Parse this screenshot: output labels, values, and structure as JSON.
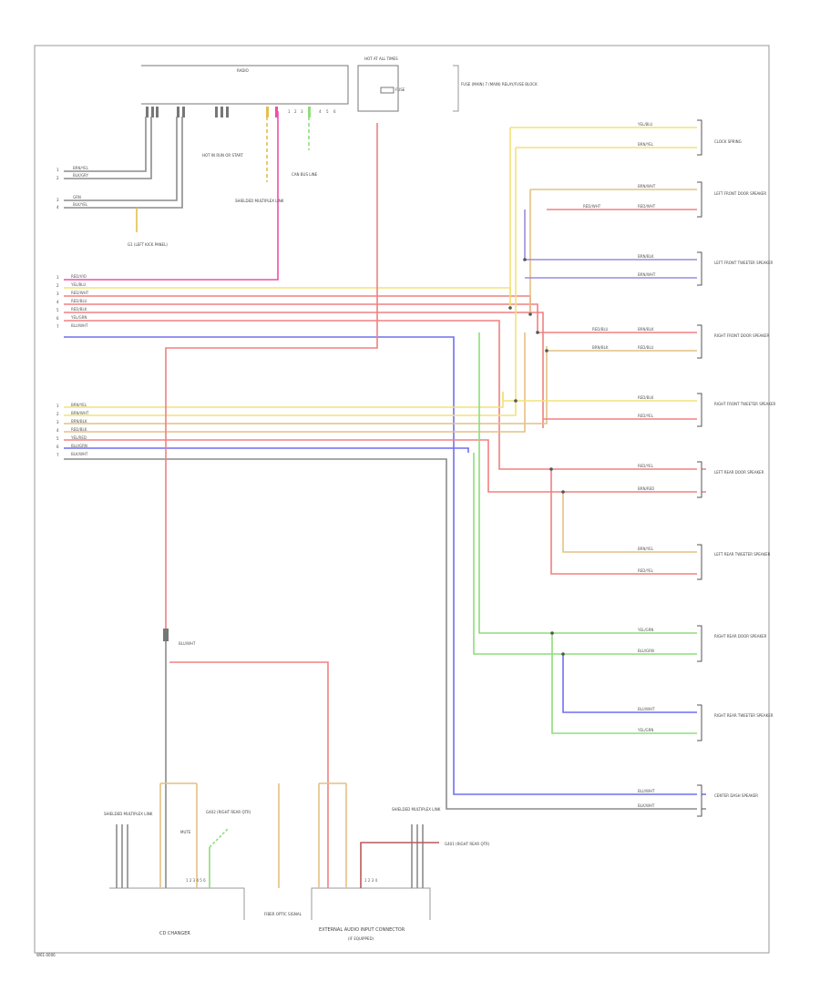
{
  "colors": {
    "yellow": "#f2e27a",
    "pink": "#ee4fa8",
    "red": "#f08080",
    "orange_tan": "#e2c283",
    "blue": "#6f6ff0",
    "violet": "#9d8cd8",
    "green": "#8ede7a",
    "gray": "#8c8c8c",
    "frame": "#9a9a9a"
  },
  "footer_code": "W61-0006",
  "left_group_a": {
    "pins": [
      "1",
      "2",
      "3",
      "4",
      "5",
      "6",
      "7"
    ],
    "wires": [
      "RED/VIO",
      "YEL/BLU",
      "RED/WHT",
      "RED/BLU",
      "RED/BLK",
      "YEL/GRN",
      "BLU/WHT"
    ]
  },
  "left_group_b": {
    "pins": [
      "1",
      "2",
      "3",
      "4",
      "5",
      "6",
      "7"
    ],
    "wires": [
      "BRN/YEL",
      "BRN/WHT",
      "BRN/BLK",
      "RED/BLK",
      "YEL/RED",
      "BLU/GRN",
      "BLK/WHT"
    ]
  },
  "top": {
    "radio_label": "RADIO",
    "fuse_box_label": "HOT AT ALL TIMES",
    "fuse_label": "FUSE",
    "fuse_note": "FUSE (MAIN) 7 (MAIN) RELAY/FUSE BLOCK",
    "left_wires": [
      "BRN/YEL",
      "BLK/GRY",
      "GRN",
      "BLK/YEL"
    ],
    "ground_label": "G1 (LEFT KICK PANEL)",
    "data_link_label": "SHIELDED MULTIPLEX LINK",
    "can_label": "CAN BUS LINE",
    "can_code": "HOT IN RUN OR START"
  },
  "speakers": [
    {
      "name": "CLOCK SPRING",
      "wires": [
        "YEL/BLU",
        "BRN/YEL"
      ]
    },
    {
      "name": "LEFT FRONT DOOR SPEAKER",
      "wires": [
        "BRN/WHT",
        "RED/WHT"
      ]
    },
    {
      "name": "LEFT FRONT TWEETER SPEAKER",
      "wires": [
        "BRN/BLK",
        "BRN/WHT"
      ]
    },
    {
      "name": "RIGHT FRONT DOOR SPEAKER",
      "wires": [
        "RED/BLU",
        "BRN/BLK"
      ]
    },
    {
      "name": "RIGHT FRONT TWEETER SPEAKER",
      "wires": [
        "RED/BLK",
        "RED/YEL"
      ]
    },
    {
      "name": "LEFT REAR DOOR SPEAKER",
      "wires": [
        "RED/YEL",
        "BRN/RED"
      ]
    },
    {
      "name": "LEFT REAR TWEETER SPEAKER",
      "wires": [
        "BRN/YEL",
        "RED/YEL"
      ]
    },
    {
      "name": "RIGHT REAR DOOR SPEAKER",
      "wires": [
        "YEL/GRN",
        "BLU/GRN"
      ]
    },
    {
      "name": "RIGHT REAR TWEETER SPEAKER",
      "wires": [
        "BLU/WHT",
        "YEL/GRN"
      ]
    },
    {
      "name": "CENTER DASH SPEAKER",
      "wires": [
        "BLU/WHT",
        "BLK/WHT"
      ]
    }
  ],
  "bottom": {
    "amp_label": "CD CHANGER",
    "antenna_label": "EXTERNAL AUDIO INPUT CONNECTOR",
    "antenna_sub": "(IF EQUIPPED)",
    "shield_left": "SHIELDED MULTIPLEX LINK",
    "shield_right": "SHIELDED MULTIPLEX LINK",
    "gnd_label": "G402 (RIGHT REAR QTR)",
    "gnd_label_2": "G401 (RIGHT REAR QTR)",
    "center_label": "FIBER OPTIC SIGNAL",
    "mid_code": "BLU/WHT",
    "mid_code_2": "BLK/WHT",
    "mute_label": "MUTE"
  }
}
